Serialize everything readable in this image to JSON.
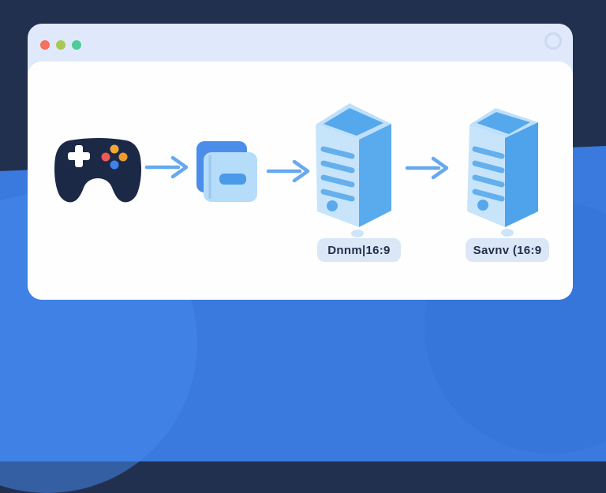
{
  "colors": {
    "background_top": "#22304f",
    "background_bottom": "#3a7ade",
    "window_bar": "#dfe9fb",
    "window_content": "#fefefe",
    "arrow": "#67a9ef",
    "controller_body": "#1b2947",
    "server_front": "#c7e4fb",
    "server_side": "#56a8ec",
    "badge_bg": "#dbe7f7",
    "badge_text": "#22304e"
  },
  "window": {
    "controls": [
      {
        "name": "close",
        "color": "#f4715e"
      },
      {
        "name": "minimize",
        "color": "#a9c851"
      },
      {
        "name": "zoom",
        "color": "#4ecb96"
      }
    ]
  },
  "diagram": {
    "nodes": [
      {
        "id": "game-controller",
        "icon": "gamepad-icon",
        "badge": ""
      },
      {
        "id": "game-assets",
        "icon": "documents-icon",
        "badge": ""
      },
      {
        "id": "server-a",
        "icon": "server-icon",
        "badge": "Dnnm|16:9"
      },
      {
        "id": "server-b",
        "icon": "server-icon",
        "badge": "Savnv (16:9"
      }
    ],
    "arrow_count": 3
  }
}
